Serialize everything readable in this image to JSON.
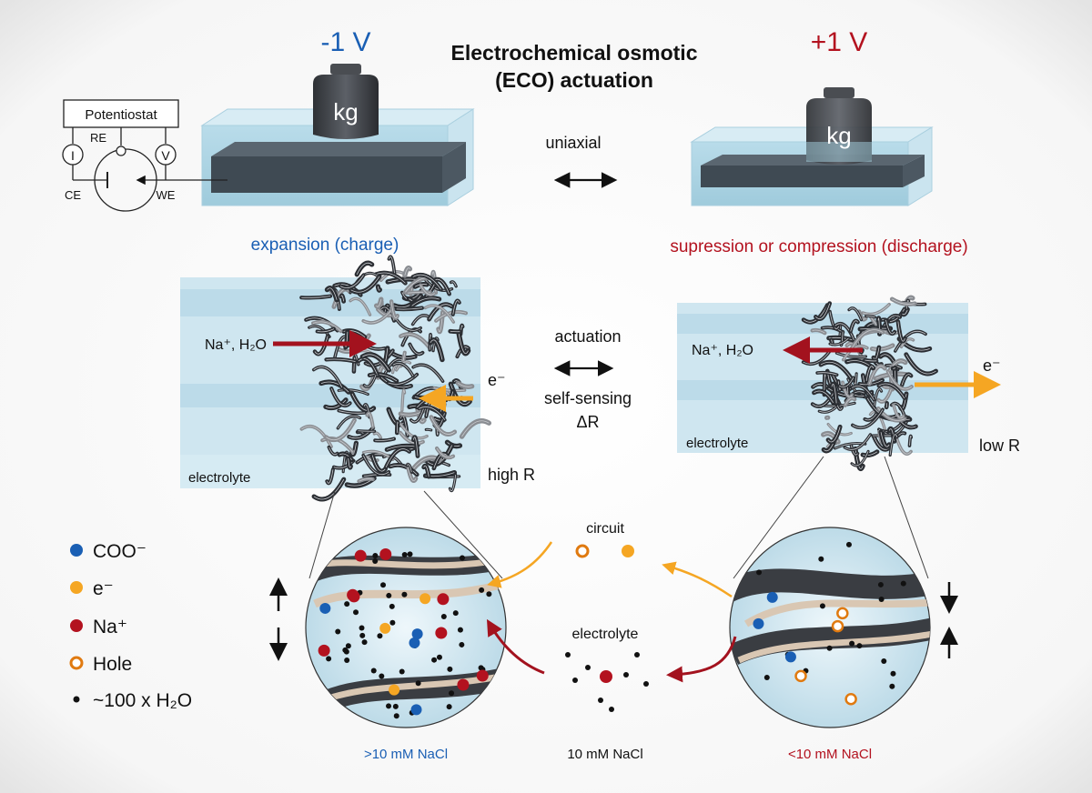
{
  "title": {
    "line1": "Electrochemical osmotic",
    "line2": "(ECO) actuation"
  },
  "left_voltage": "-1 V",
  "right_voltage": "+1 V",
  "weight_label": "kg",
  "potentiostat": {
    "label": "Potentiostat",
    "current": "I",
    "voltage": "V",
    "re": "RE",
    "ce": "CE",
    "we": "WE"
  },
  "middle": {
    "uniaxial": "uniaxial",
    "actuation": "actuation",
    "self_sensing": "self-sensing",
    "delta_r": "ΔR",
    "circuit": "circuit",
    "electrolyte": "electrolyte"
  },
  "left_panel": {
    "state": "expansion (charge)",
    "ions_label": "Na⁺, H₂O",
    "electron": "e⁻",
    "electrolyte": "electrolyte",
    "resistance": "high R",
    "concentration": ">10 mM NaCl"
  },
  "right_panel": {
    "state": "supression or compression (discharge)",
    "ions_label": "Na⁺, H₂O",
    "electron": "e⁻",
    "electrolyte": "electrolyte",
    "resistance": "low R",
    "concentration": "<10 mM NaCl"
  },
  "center_concentration": "10 mM NaCl",
  "legend": [
    {
      "label": "COO⁻",
      "marker": "filled-circle",
      "color": "#1a5fb4"
    },
    {
      "label": "e⁻",
      "marker": "filled-circle",
      "color": "#f5a623"
    },
    {
      "label": "Na⁺",
      "marker": "filled-circle",
      "color": "#b3121f"
    },
    {
      "label": "Hole",
      "marker": "ring",
      "color": "#e07a10"
    },
    {
      "label": "~100 x H₂O",
      "marker": "small-dot",
      "color": "#111111"
    }
  ],
  "colors": {
    "negative": "#1a5fb4",
    "positive": "#b3121f",
    "electron": "#f5a623",
    "electrolyte": "#cfe6f0",
    "fiber_dark": "#3a3d42",
    "fiber_light": "#d9c7b3"
  }
}
